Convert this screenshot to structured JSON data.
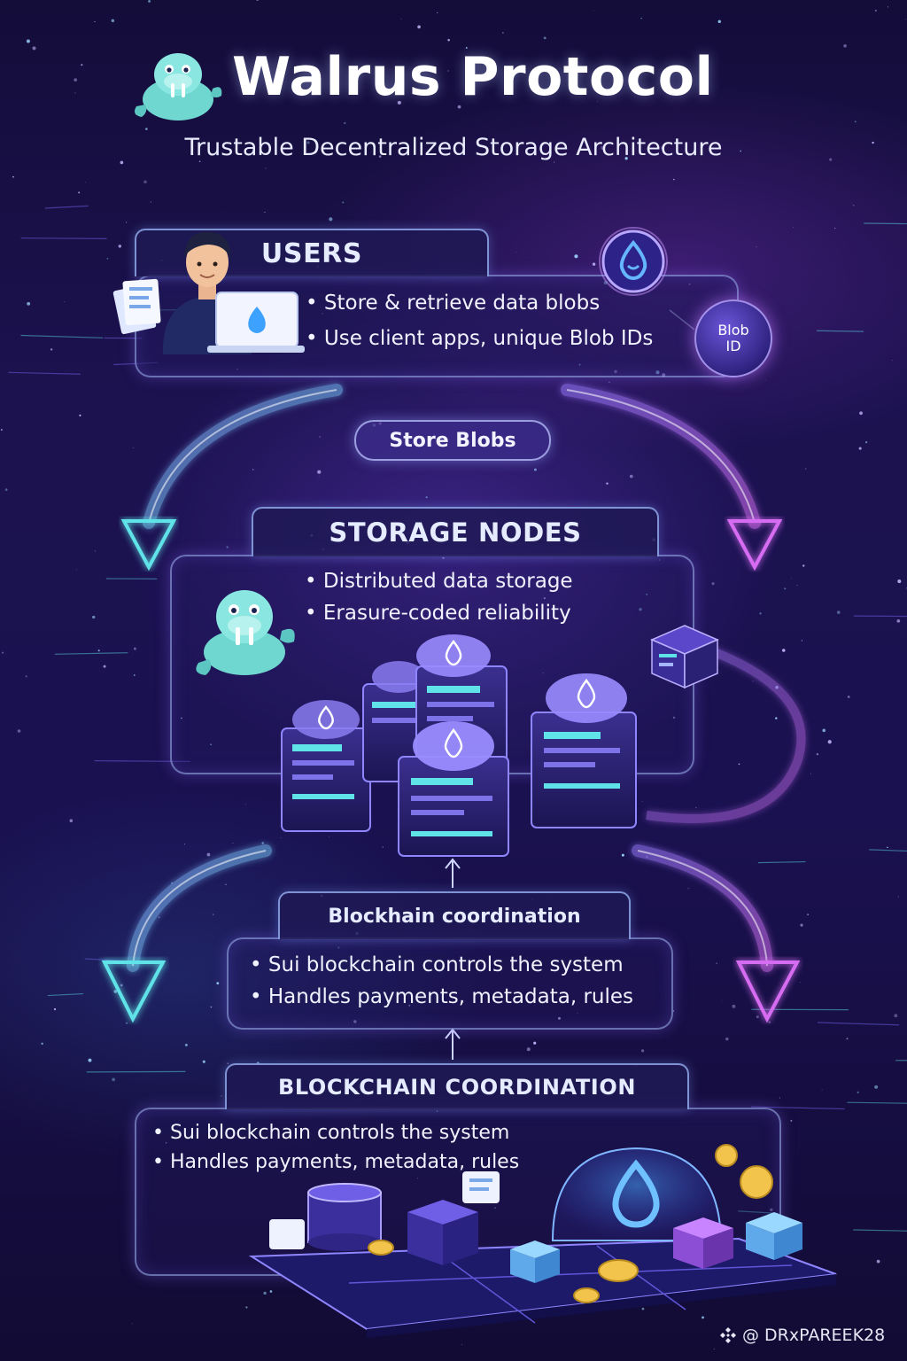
{
  "header": {
    "title": "Walrus Protocol",
    "subtitle": "Trustable Decentralized Storage Architecture"
  },
  "users": {
    "heading": "USERS",
    "bullets": [
      "Store & retrieve data blobs",
      "Use client apps, unique Blob IDs"
    ],
    "blob_id_label_1": "Blob",
    "blob_id_label_2": "ID"
  },
  "flow": {
    "store_label": "Store Blobs"
  },
  "storage": {
    "heading": "STORAGE NODES",
    "bullets": [
      "Distributed data storage",
      "Erasure-coded reliability"
    ]
  },
  "coordination_small": {
    "heading": "Blockhain coordination",
    "bullets": [
      "Sui blockchain controls the system",
      "Handles payments, metadata, rules"
    ]
  },
  "coordination": {
    "heading": "BLOCKCHAIN COORDINATION",
    "bullets": [
      "Sui blockchain controls the system",
      "Handles payments, metadata, rules"
    ]
  },
  "watermark": {
    "handle": "@ DRxPAREEK28"
  },
  "colors": {
    "background": "#1a1150",
    "cyan_accent": "#5fe3e8",
    "magenta_accent": "#d66cf2",
    "sui_blue": "#3da2ff",
    "walrus_teal": "#7fe0dc"
  },
  "icons": [
    "walrus-mascot-icon",
    "user-laptop-icon",
    "sui-drop-icon",
    "blob-id-icon",
    "server-node-icon",
    "coin-icon"
  ]
}
